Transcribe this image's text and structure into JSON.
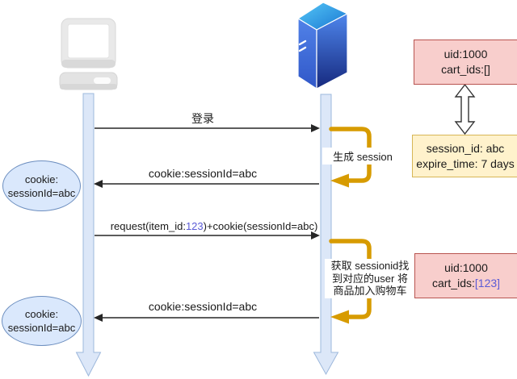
{
  "icons": {
    "client": "computer-icon",
    "server": "server-icon"
  },
  "colors": {
    "gold_arrow": "#D79B00",
    "pink_fill": "#F8CECC",
    "pink_border": "#B85450",
    "yellow_fill": "#FFF2CC",
    "yellow_border": "#D6B656",
    "blue_fill": "#DAE8FC",
    "blue_border": "#6C8EBF",
    "lifeline_fill": "#DCE7F8",
    "lifeline_border": "#9DB8DC",
    "item_id_blue": "#5B5BD6",
    "message_arrow": "#262626"
  },
  "client": {
    "cookie_note": {
      "line1": "cookie:",
      "line2": "sessionId=abc"
    }
  },
  "messages": {
    "login": {
      "label": "登录"
    },
    "set_cookie": {
      "label": "cookie:sessionId=abc"
    },
    "request": {
      "prefix": "request(item_id:",
      "item_id": "123",
      "suffix": ")+cookie(sessionId=abc)"
    },
    "response_cookie": {
      "label": "cookie:sessionId=abc"
    }
  },
  "server_actions": {
    "generate_session": {
      "label": "生成 session"
    },
    "handle_request": {
      "line1": "获取 sessionid找",
      "line2": "到对应的user 将",
      "line3": "商品加入购物车"
    }
  },
  "server_state": {
    "user_initial": {
      "uid": "uid:1000",
      "cart": "cart_ids:[]"
    },
    "session": {
      "line1": "session_id: abc",
      "line2": "expire_time: 7 days"
    },
    "user_updated": {
      "uid": "uid:1000",
      "cart_prefix": "cart_ids:",
      "cart_value": "[123]"
    }
  }
}
